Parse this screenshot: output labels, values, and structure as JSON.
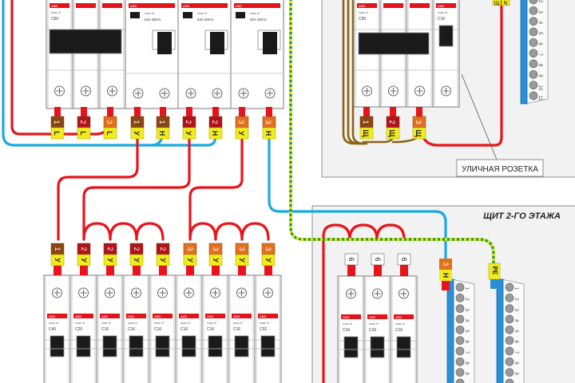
{
  "colors": {
    "phase": "#e8141b",
    "neutral": "#1ba9e1",
    "earth_green": "#1e9a3c",
    "earth_yellow": "#f2e600",
    "brown_wire": "#8a6414",
    "panel_bg": "#f2f2f2",
    "panel_border": "#8c8c8c",
    "breaker_body": "#ffffff",
    "breaker_line": "#7a7a7a",
    "abb_red": "#e2141b",
    "handle": "#1a1a1a",
    "tag_yellow": "#f2ec1c",
    "tag_brown": "#8b4513",
    "tag_darkred": "#b0131b",
    "tag_orange": "#e3701c",
    "bus_blue": "#2b8fd6"
  },
  "brand": "ABB",
  "series": "basic M",
  "main_panel_top": {
    "breakers": [
      {
        "type": "3P",
        "rating": "C50"
      },
      {
        "type": "RCD",
        "rating": "63A 30mA"
      },
      {
        "type": "RCD",
        "rating": "63A 30mA"
      },
      {
        "type": "RCD",
        "rating": "63A 30mA"
      }
    ],
    "tags": [
      {
        "num": "1",
        "letter": "L",
        "color": "brown"
      },
      {
        "num": "2",
        "letter": "L",
        "color": "darkred"
      },
      {
        "num": "3",
        "letter": "L",
        "color": "orange"
      },
      {
        "num": "1",
        "letter": "У",
        "color": "brown"
      },
      {
        "num": "1",
        "letter": "Н",
        "color": "brown"
      },
      {
        "num": "2",
        "letter": "У",
        "color": "darkred"
      },
      {
        "num": "2",
        "letter": "Н",
        "color": "darkred"
      },
      {
        "num": "3",
        "letter": "У",
        "color": "orange"
      },
      {
        "num": "3",
        "letter": "Н",
        "color": "orange"
      }
    ]
  },
  "outdoor_panel": {
    "label": "УЛИЧНАЯ РОЗЕТКА",
    "breakers": [
      {
        "type": "3P",
        "rating": "C50"
      },
      {
        "type": "1P",
        "rating": "C16"
      }
    ],
    "tags": [
      {
        "num": "1",
        "letter": "Щ",
        "color": "brown"
      },
      {
        "num": "2",
        "letter": "Щ",
        "color": "darkred"
      },
      {
        "num": "3",
        "letter": "Щ",
        "color": "orange"
      }
    ],
    "top_tags": [
      "Щ",
      "N"
    ],
    "bus_numbers": [
      "2",
      "3",
      "4",
      "5",
      "6",
      "7",
      "8",
      "9",
      "10",
      "11"
    ]
  },
  "bottom_left_group": {
    "breakers": [
      "C40",
      "C20",
      "C16",
      "C16",
      "C16",
      "C16",
      "C16",
      "C16",
      "C32"
    ],
    "tags": [
      {
        "num": "1",
        "letter": "У",
        "color": "brown"
      },
      {
        "num": "2",
        "letter": "У",
        "color": "darkred"
      },
      {
        "num": "2",
        "letter": "У",
        "color": "darkred"
      },
      {
        "num": "2",
        "letter": "У",
        "color": "darkred"
      },
      {
        "num": "2",
        "letter": "У",
        "color": "darkred"
      },
      {
        "num": "3",
        "letter": "У",
        "color": "orange"
      },
      {
        "num": "3",
        "letter": "У",
        "color": "orange"
      },
      {
        "num": "3",
        "letter": "У",
        "color": "orange"
      },
      {
        "num": "3",
        "letter": "У",
        "color": "orange"
      }
    ]
  },
  "second_floor_panel": {
    "title": "ЩИТ 2-ГО ЭТАЖА",
    "breakers": [
      "C16",
      "C16",
      "C16"
    ],
    "breaker_tags": [
      "6",
      "6",
      "6"
    ],
    "neutral_tag": {
      "num": "3",
      "letter": "Н"
    },
    "earth_tag": "PE",
    "bus_numbers": [
      "1",
      "2",
      "3",
      "4",
      "5",
      "6",
      "7",
      "8",
      "9",
      "10"
    ]
  }
}
